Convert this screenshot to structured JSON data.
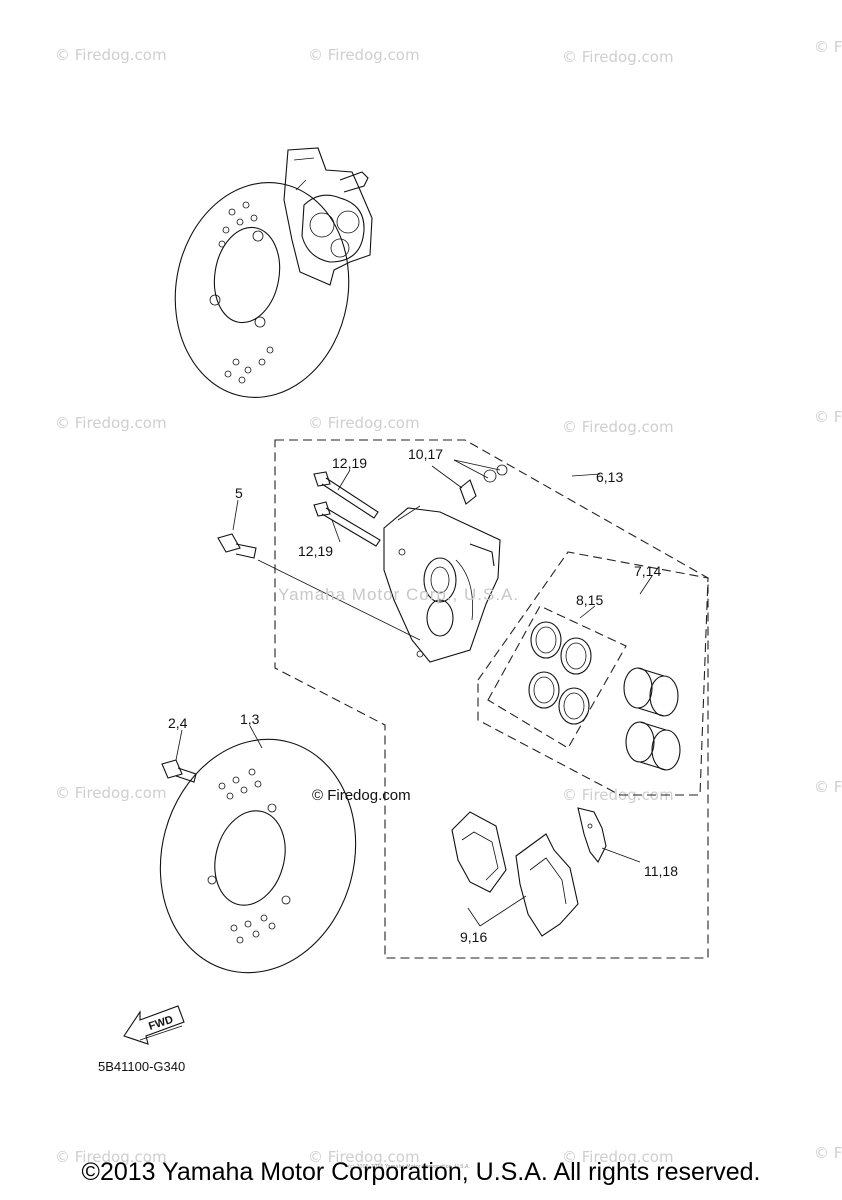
{
  "watermark_text": "© Firedog.com",
  "watermark_edge_text": "© F",
  "labels": {
    "p5": "5",
    "p12_19_top": "12,19",
    "p12_19_bottom": "12,19",
    "p10_17": "10,17",
    "p6_13": "6,13",
    "p7_14": "7,14",
    "p8_15": "8,15",
    "p2_4": "2,4",
    "p1_3": "1,3",
    "p11_18": "11,18",
    "p9_16": "9,16"
  },
  "center_watermark": "Yamaha Motor Corp., U.S.A.",
  "firedog_center": "© Firedog.com",
  "fwd_label": "FWD",
  "diagram_code": "5B41100-G340",
  "tiny_footer": "(c) 2005-2016 Yamaha Motor Corporation, U.S.A.",
  "copyright": "©2013 Yamaha Motor Corporation, U.S.A. All rights reserved."
}
